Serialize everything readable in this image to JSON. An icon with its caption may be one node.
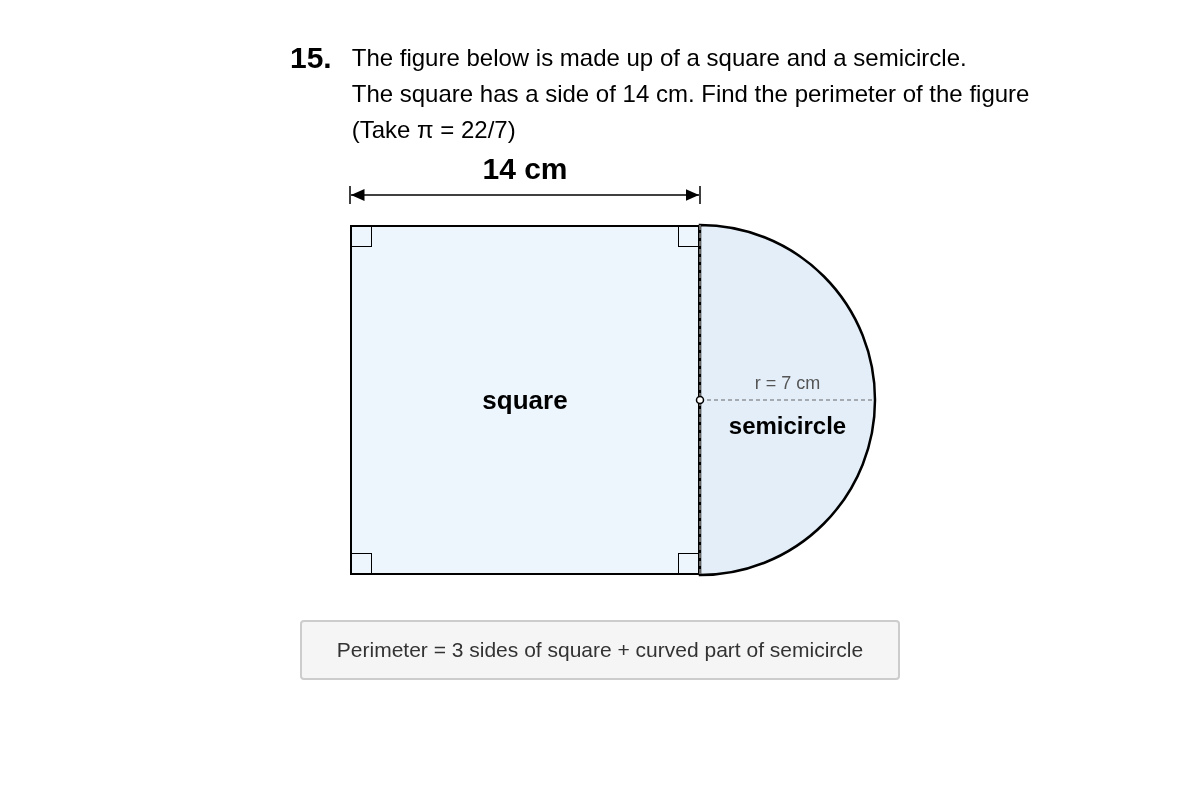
{
  "diagram": {
    "nodes": [
      {
        "text": [
          "square"
        ]
      },
      {
        "text": [
          "semicircle"
        ]
      },
      {
        "text": [
          "Perimeter = 3 sides of square + curved part of semicircle"
        ]
      }
    ],
    "labels": [
      "15.",
      "The figure below is made up of a square and a semicircle.",
      "The square has a side of 14 cm. Find the perimeter of the figure",
      "(Take π = 22/7)",
      "14 cm",
      "r = 7 cm"
    ]
  }
}
